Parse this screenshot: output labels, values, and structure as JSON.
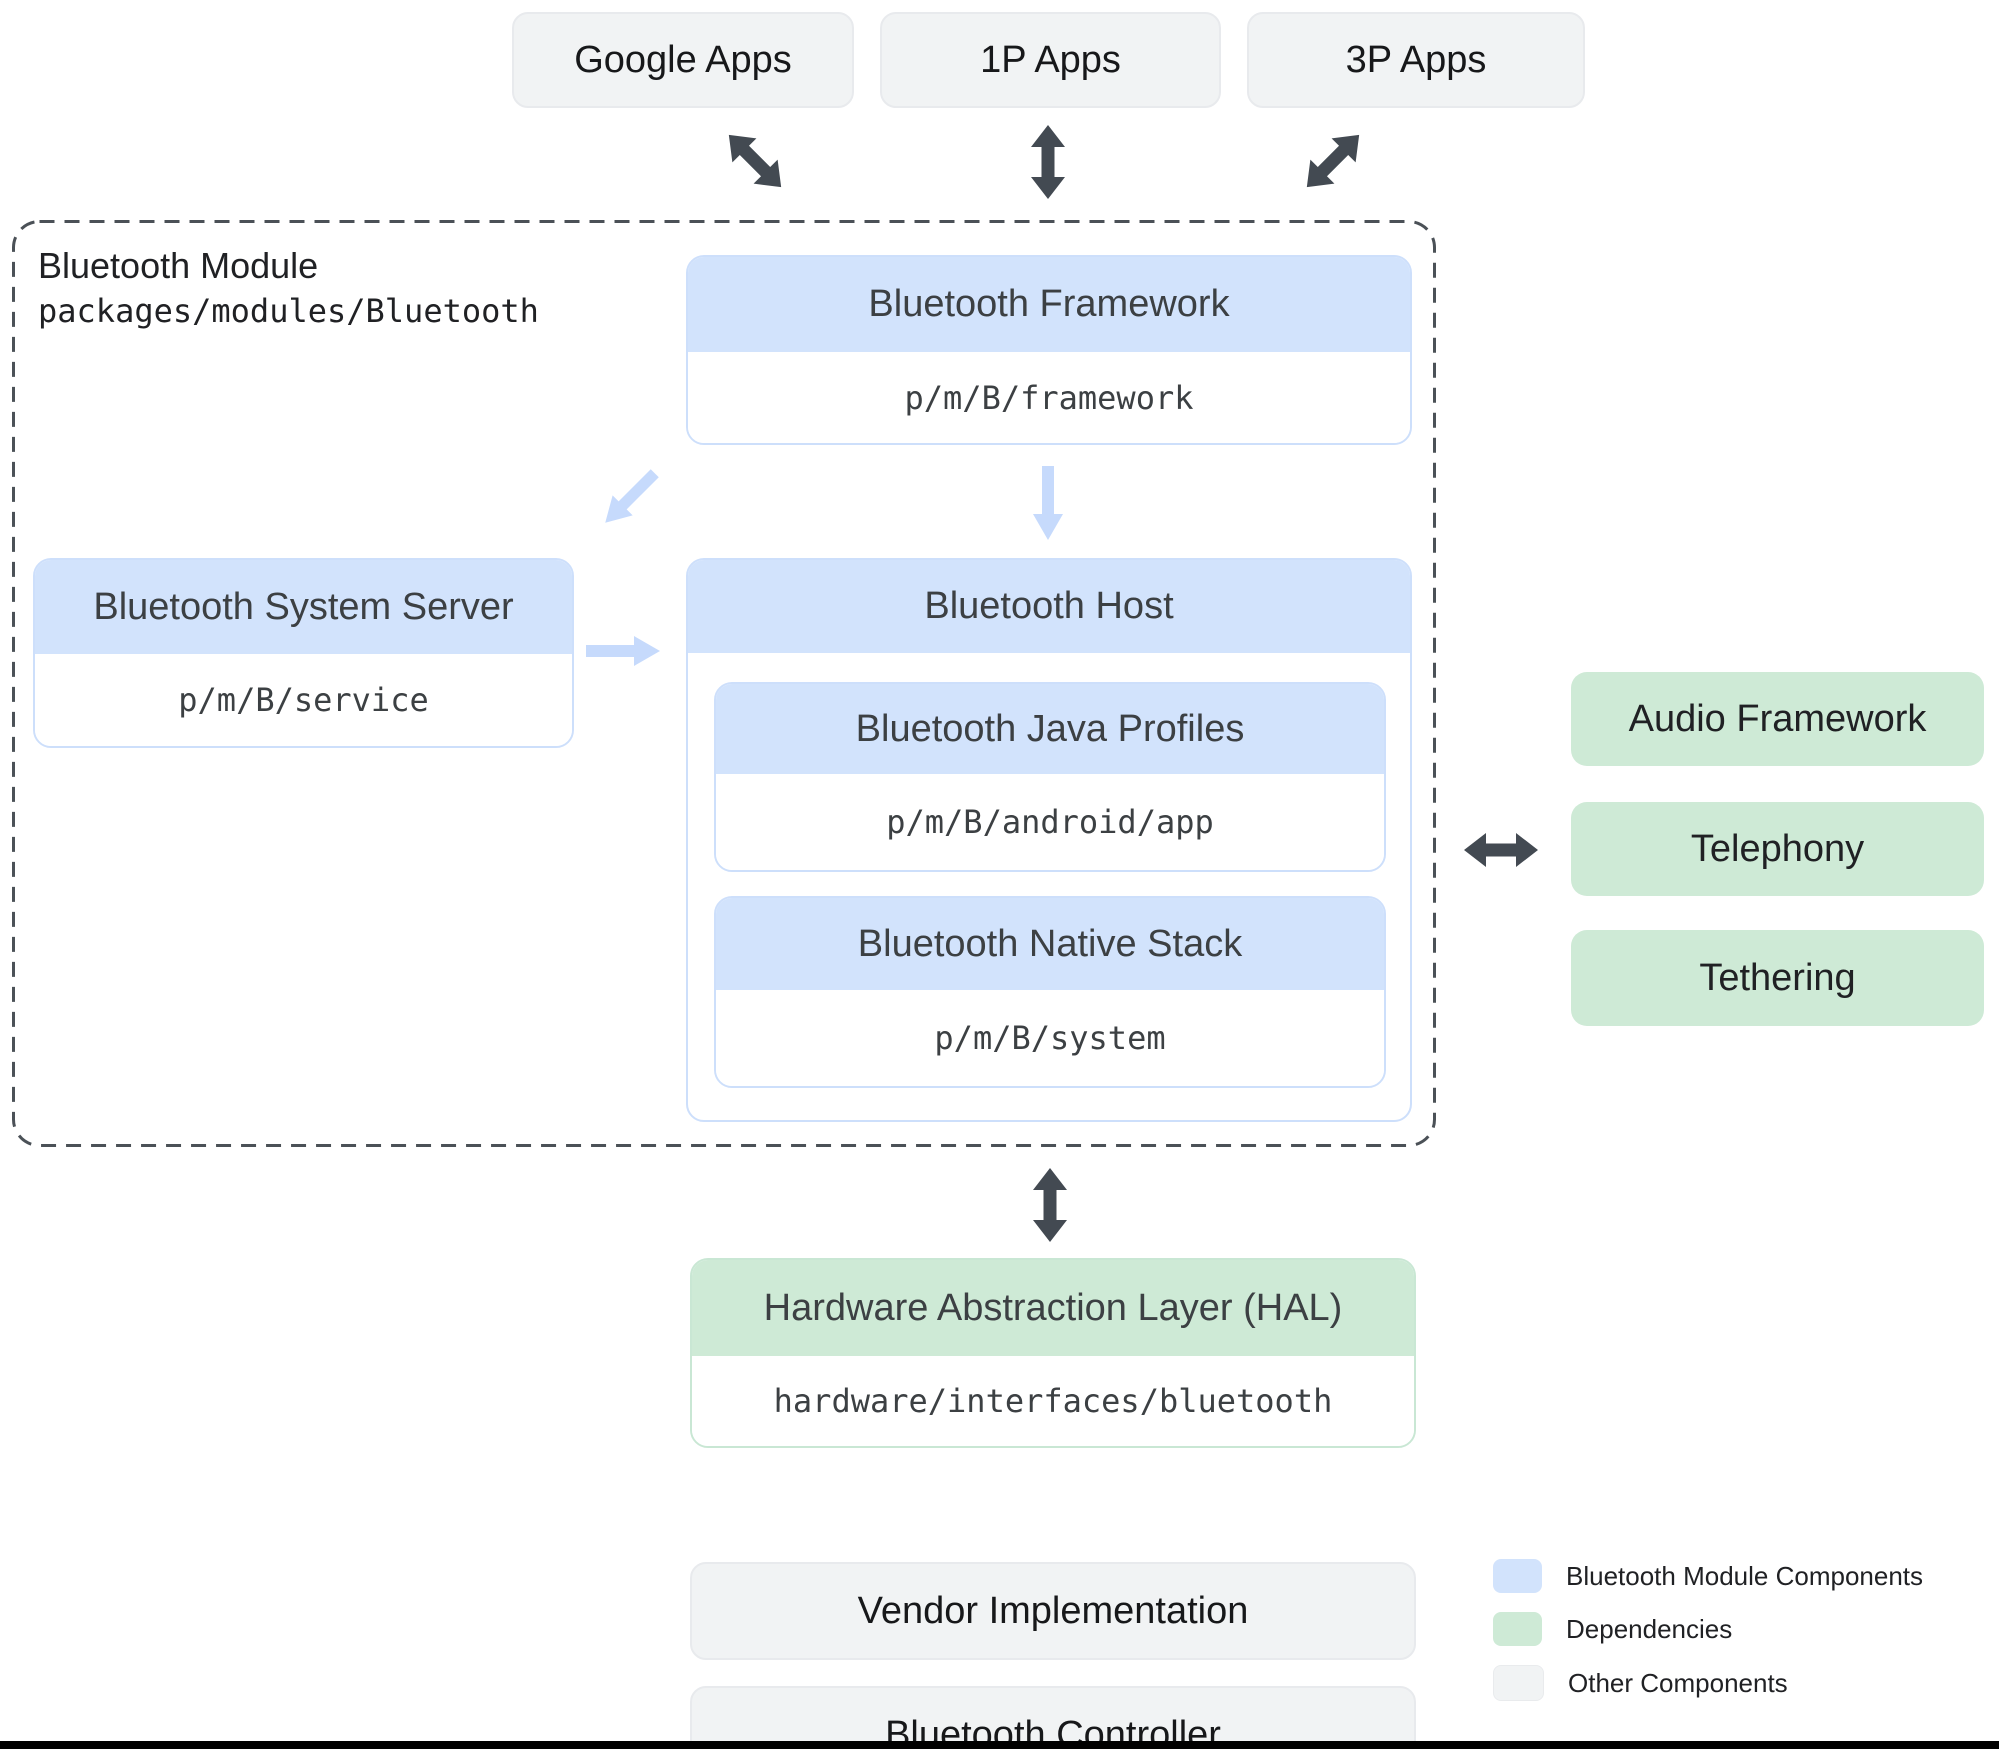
{
  "top_apps": [
    {
      "label": "Google Apps"
    },
    {
      "label": "1P Apps"
    },
    {
      "label": "3P Apps"
    }
  ],
  "module": {
    "title": "Bluetooth Module",
    "path": "packages/modules/Bluetooth",
    "framework": {
      "title": "Bluetooth Framework",
      "path": "p/m/B/framework"
    },
    "system_server": {
      "title": "Bluetooth System Server",
      "path": "p/m/B/service"
    },
    "host": {
      "title": "Bluetooth Host",
      "java_profiles": {
        "title": "Bluetooth Java Profiles",
        "path": "p/m/B/android/app"
      },
      "native_stack": {
        "title": "Bluetooth Native Stack",
        "path": "p/m/B/system"
      }
    }
  },
  "dependencies": [
    {
      "label": "Audio Framework"
    },
    {
      "label": "Telephony"
    },
    {
      "label": "Tethering"
    }
  ],
  "hal": {
    "title": "Hardware Abstraction Layer (HAL)",
    "path": "hardware/interfaces/bluetooth"
  },
  "lower_components": [
    {
      "label": "Vendor Implementation"
    },
    {
      "label": "Bluetooth Controller"
    }
  ],
  "legend": {
    "items": [
      {
        "label": "Bluetooth Module Components",
        "color": "#d2e3fc"
      },
      {
        "label": "Dependencies",
        "color": "#ceead6"
      },
      {
        "label": "Other Components",
        "color": "#f1f3f4"
      }
    ]
  },
  "arrows": [
    {
      "name": "google-apps-arrow",
      "type": "bidirectional-diagonal"
    },
    {
      "name": "first-party-apps-arrow",
      "type": "bidirectional-vertical"
    },
    {
      "name": "third-party-apps-arrow",
      "type": "bidirectional-diagonal"
    },
    {
      "name": "framework-to-system-server-arrow",
      "type": "down-left"
    },
    {
      "name": "framework-to-host-arrow",
      "type": "down"
    },
    {
      "name": "system-server-to-host-arrow",
      "type": "right"
    },
    {
      "name": "host-to-dependencies-arrow",
      "type": "bidirectional-horizontal"
    },
    {
      "name": "module-to-hal-arrow",
      "type": "bidirectional-vertical"
    }
  ],
  "colors": {
    "module_component": "#d2e3fc",
    "dependency": "#ceead6",
    "other_component": "#f1f3f4",
    "dark_arrow": "#434a52",
    "light_arrow": "#c6dafc",
    "dashed_border": "#4b5157"
  }
}
